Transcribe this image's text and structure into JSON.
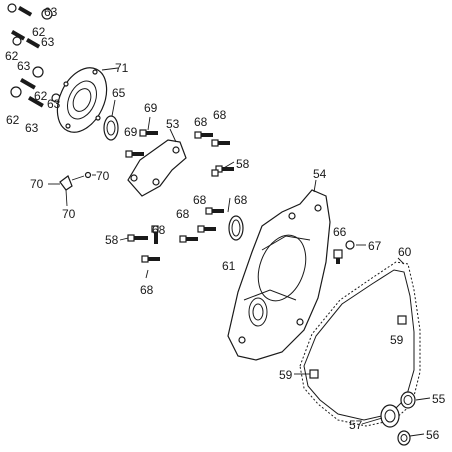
{
  "diagram": {
    "callouts": {
      "c62a": "62",
      "c63a": "63",
      "c63b": "63",
      "c62b": "62",
      "c63c": "63",
      "c62c": "62",
      "c63d": "63",
      "c62d": "62",
      "c63e": "63",
      "c71": "71",
      "c65": "65",
      "c69a": "69",
      "c69b": "69",
      "c53": "53",
      "c68a": "68",
      "c68b": "68",
      "c58a": "58",
      "c70a": "70",
      "c70b": "70",
      "c70c": "70",
      "c54": "54",
      "c68c": "68",
      "c68d": "68",
      "c68e": "68",
      "c58b": "58",
      "c68f": "68",
      "c68g": "68",
      "c61": "61",
      "c66": "66",
      "c67": "67",
      "c60": "60",
      "c59a": "59",
      "c59b": "59",
      "c55": "55",
      "c57": "57",
      "c56": "56"
    }
  }
}
